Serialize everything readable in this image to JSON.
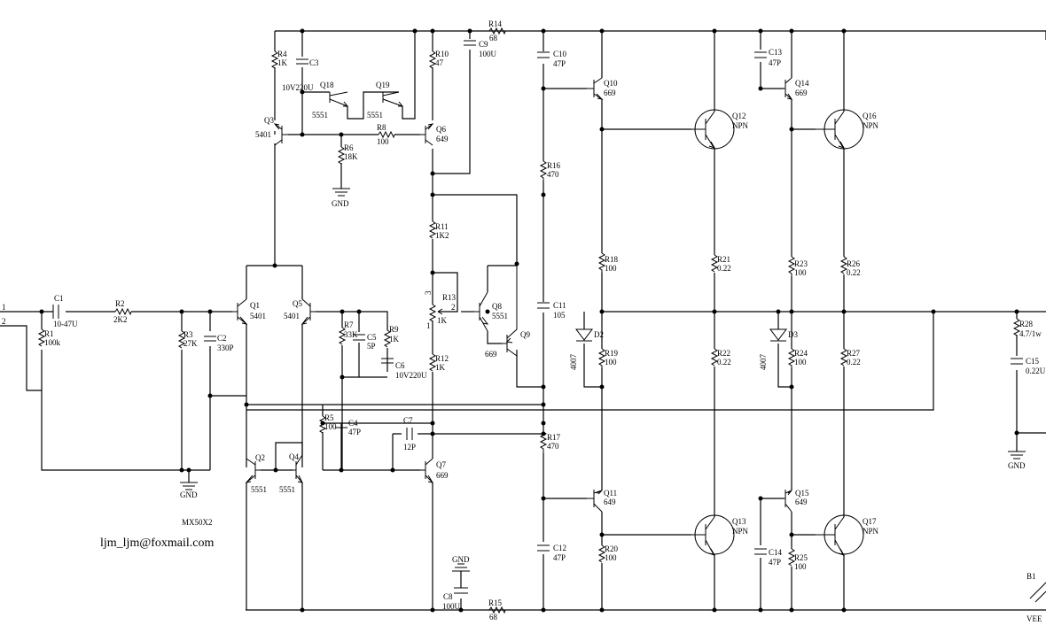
{
  "signature": "MX50X2",
  "email": "ljm_ljm@foxmail.com",
  "inputs": {
    "in1": "1",
    "in2": "2"
  },
  "gnd_label": "GND",
  "vee_label": "VEE",
  "resistors": [
    {
      "id": "r1",
      "name": "R1",
      "value": "100k"
    },
    {
      "id": "r2",
      "name": "R2",
      "value": "2K2"
    },
    {
      "id": "r3",
      "name": "R3",
      "value": "27K"
    },
    {
      "id": "r4",
      "name": "R4",
      "value": "1K"
    },
    {
      "id": "r5",
      "name": "R5",
      "value": "100"
    },
    {
      "id": "r6",
      "name": "R6",
      "value": "18K"
    },
    {
      "id": "r7",
      "name": "R7",
      "value": "33K"
    },
    {
      "id": "r8",
      "name": "R8",
      "value": "100"
    },
    {
      "id": "r9",
      "name": "R9",
      "value": "1K"
    },
    {
      "id": "r10",
      "name": "R10",
      "value": "47"
    },
    {
      "id": "r11",
      "name": "R11",
      "value": "1K2"
    },
    {
      "id": "r12",
      "name": "R12",
      "value": "1K"
    },
    {
      "id": "r13",
      "name": "R13",
      "value": "1K"
    },
    {
      "id": "r14",
      "name": "R14",
      "value": "68"
    },
    {
      "id": "r15",
      "name": "R15",
      "value": "68"
    },
    {
      "id": "r16",
      "name": "R16",
      "value": "470"
    },
    {
      "id": "r17",
      "name": "R17",
      "value": "470"
    },
    {
      "id": "r18",
      "name": "R18",
      "value": "100"
    },
    {
      "id": "r19",
      "name": "R19",
      "value": "100"
    },
    {
      "id": "r20",
      "name": "R20",
      "value": "100"
    },
    {
      "id": "r21",
      "name": "R21",
      "value": "0.22"
    },
    {
      "id": "r22",
      "name": "R22",
      "value": "0.22"
    },
    {
      "id": "r23",
      "name": "R23",
      "value": "100"
    },
    {
      "id": "r24",
      "name": "R24",
      "value": "100"
    },
    {
      "id": "r25",
      "name": "R25",
      "value": "100"
    },
    {
      "id": "r26",
      "name": "R26",
      "value": "0.22"
    },
    {
      "id": "r27",
      "name": "R27",
      "value": "0.22"
    },
    {
      "id": "r28",
      "name": "R28",
      "value": "4.7/1w"
    }
  ],
  "capacitors": [
    {
      "id": "c1",
      "name": "C1",
      "value": "10-47U"
    },
    {
      "id": "c2",
      "name": "C2",
      "value": "330P"
    },
    {
      "id": "c3",
      "name": "C3",
      "value": ""
    },
    {
      "id": "c3v",
      "name": "",
      "value": "10V220U"
    },
    {
      "id": "c4",
      "name": "C4",
      "value": "47P"
    },
    {
      "id": "c5",
      "name": "C5",
      "value": "5P"
    },
    {
      "id": "c6",
      "name": "C6",
      "value": "10V220U"
    },
    {
      "id": "c7",
      "name": "C7",
      "value": "12P"
    },
    {
      "id": "c8",
      "name": "C8",
      "value": "100U"
    },
    {
      "id": "c9",
      "name": "C9",
      "value": "100U"
    },
    {
      "id": "c10",
      "name": "C10",
      "value": "47P"
    },
    {
      "id": "c11",
      "name": "C11",
      "value": "105"
    },
    {
      "id": "c12",
      "name": "C12",
      "value": "47P"
    },
    {
      "id": "c13",
      "name": "C13",
      "value": "47P"
    },
    {
      "id": "c14",
      "name": "C14",
      "value": "47P"
    },
    {
      "id": "c15",
      "name": "C15",
      "value": "0.22U"
    }
  ],
  "transistors": [
    {
      "id": "q1",
      "name": "Q1",
      "value": "5401"
    },
    {
      "id": "q2",
      "name": "Q2",
      "value": "5551"
    },
    {
      "id": "q3",
      "name": "Q3",
      "value": "5401"
    },
    {
      "id": "q4",
      "name": "Q4",
      "value": "5551"
    },
    {
      "id": "q5",
      "name": "Q5",
      "value": "5401"
    },
    {
      "id": "q6",
      "name": "Q6",
      "value": "649"
    },
    {
      "id": "q7",
      "name": "Q7",
      "value": "669"
    },
    {
      "id": "q8",
      "name": "Q8",
      "value": "5551"
    },
    {
      "id": "q9",
      "name": "Q9",
      "value": "669"
    },
    {
      "id": "q10",
      "name": "Q10",
      "value": "669"
    },
    {
      "id": "q11",
      "name": "Q11",
      "value": "649"
    },
    {
      "id": "q12",
      "name": "Q12",
      "value": "NPN"
    },
    {
      "id": "q13",
      "name": "Q13",
      "value": "NPN"
    },
    {
      "id": "q14",
      "name": "Q14",
      "value": "669"
    },
    {
      "id": "q15",
      "name": "Q15",
      "value": "649"
    },
    {
      "id": "q16",
      "name": "Q16",
      "value": "NPN"
    },
    {
      "id": "q17",
      "name": "Q17",
      "value": "NPN"
    },
    {
      "id": "q18",
      "name": "Q18",
      "value": "5551"
    },
    {
      "id": "q19",
      "name": "Q19",
      "value": "5551"
    }
  ],
  "diodes": [
    {
      "id": "d2",
      "name": "D2",
      "value": "4007"
    },
    {
      "id": "d3",
      "name": "D3",
      "value": "4007"
    }
  ],
  "pot_pins": {
    "p1": "1",
    "p2": "2",
    "p3": "3"
  },
  "battery": {
    "name": "B1"
  }
}
